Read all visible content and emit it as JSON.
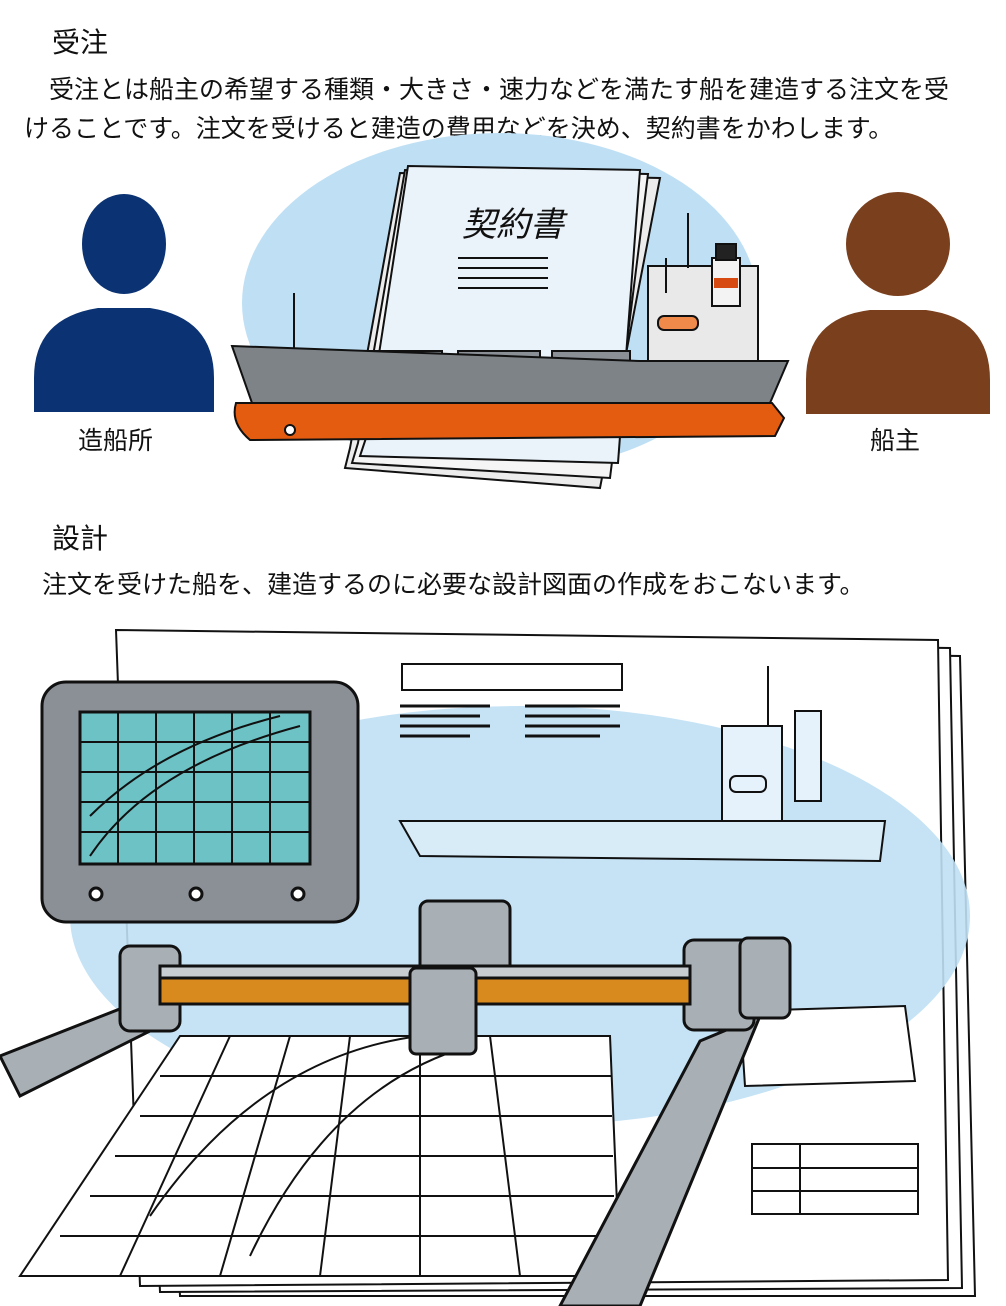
{
  "order": {
    "heading": "受注",
    "text": "　受注とは船主の希望する種類・大きさ・速力などを満たす船を建造する注文を受けることです。注文を受けると建造の費用などを決め、契約書をかわします。",
    "contract_title": "契約書",
    "shipyard_label": "造船所",
    "owner_label": "船主",
    "shipyard_color": "#0b3272",
    "owner_color": "#7a3f1d",
    "hull_color": "#e45c0f"
  },
  "design": {
    "heading": "設計",
    "text": "注文を受けた船を、建造するのに必要な設計図面の作成をおこないます。",
    "beam_color": "#d98a1f"
  },
  "icons": [
    "person-shipyard-icon",
    "person-owner-icon"
  ]
}
